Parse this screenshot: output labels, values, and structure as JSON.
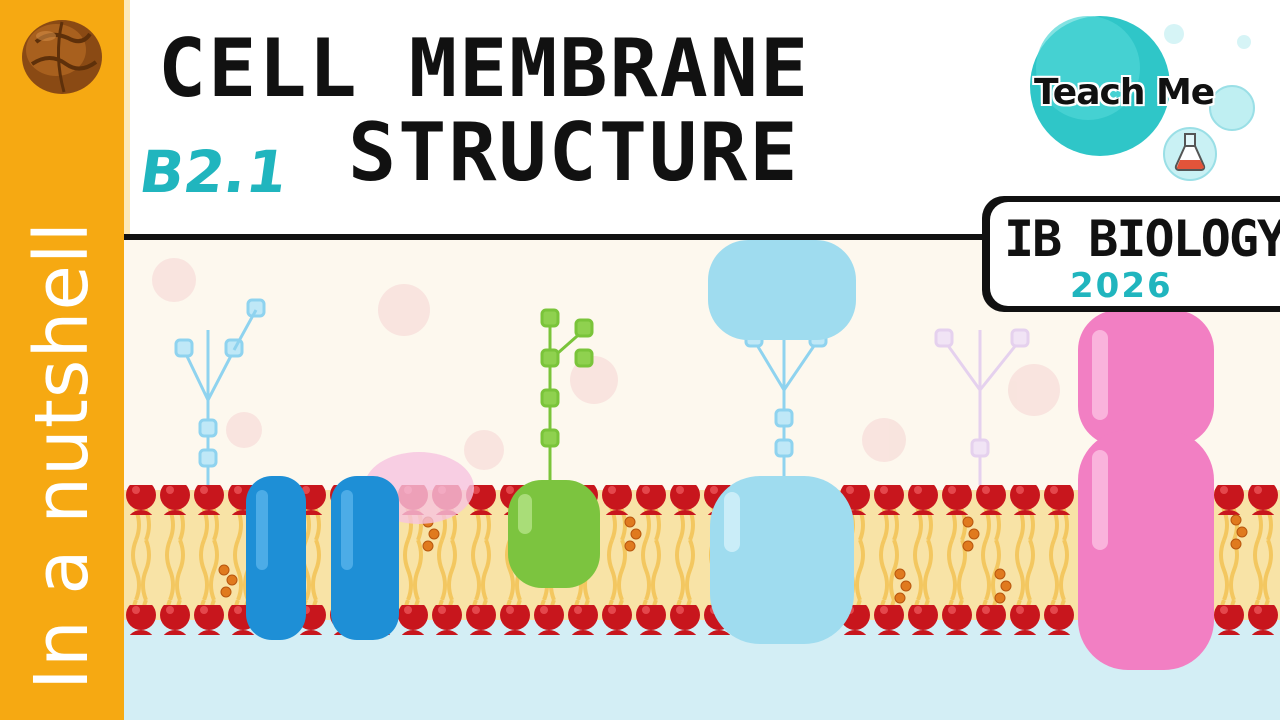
{
  "sidebar": {
    "label": "In a nutshell",
    "logo_icon": "walnut-icon"
  },
  "header": {
    "title_line1": "CELL MEMBRANE",
    "title_line2": "STRUCTURE",
    "code": "B2.1"
  },
  "brand": {
    "name": "Teach Me",
    "icon": "flask-icon"
  },
  "badge": {
    "title": "IB BIOLOGY",
    "year": "2026"
  },
  "colors": {
    "sidebar": "#f6a912",
    "accent": "#20b5be",
    "phospholipid_head": "#c8161d",
    "tail": "#f3c760",
    "channel_protein": "#1e8fd6",
    "green_protein": "#7cc43f",
    "light_blue_protein": "#9fdcef",
    "pink_protein": "#f27fc3"
  }
}
